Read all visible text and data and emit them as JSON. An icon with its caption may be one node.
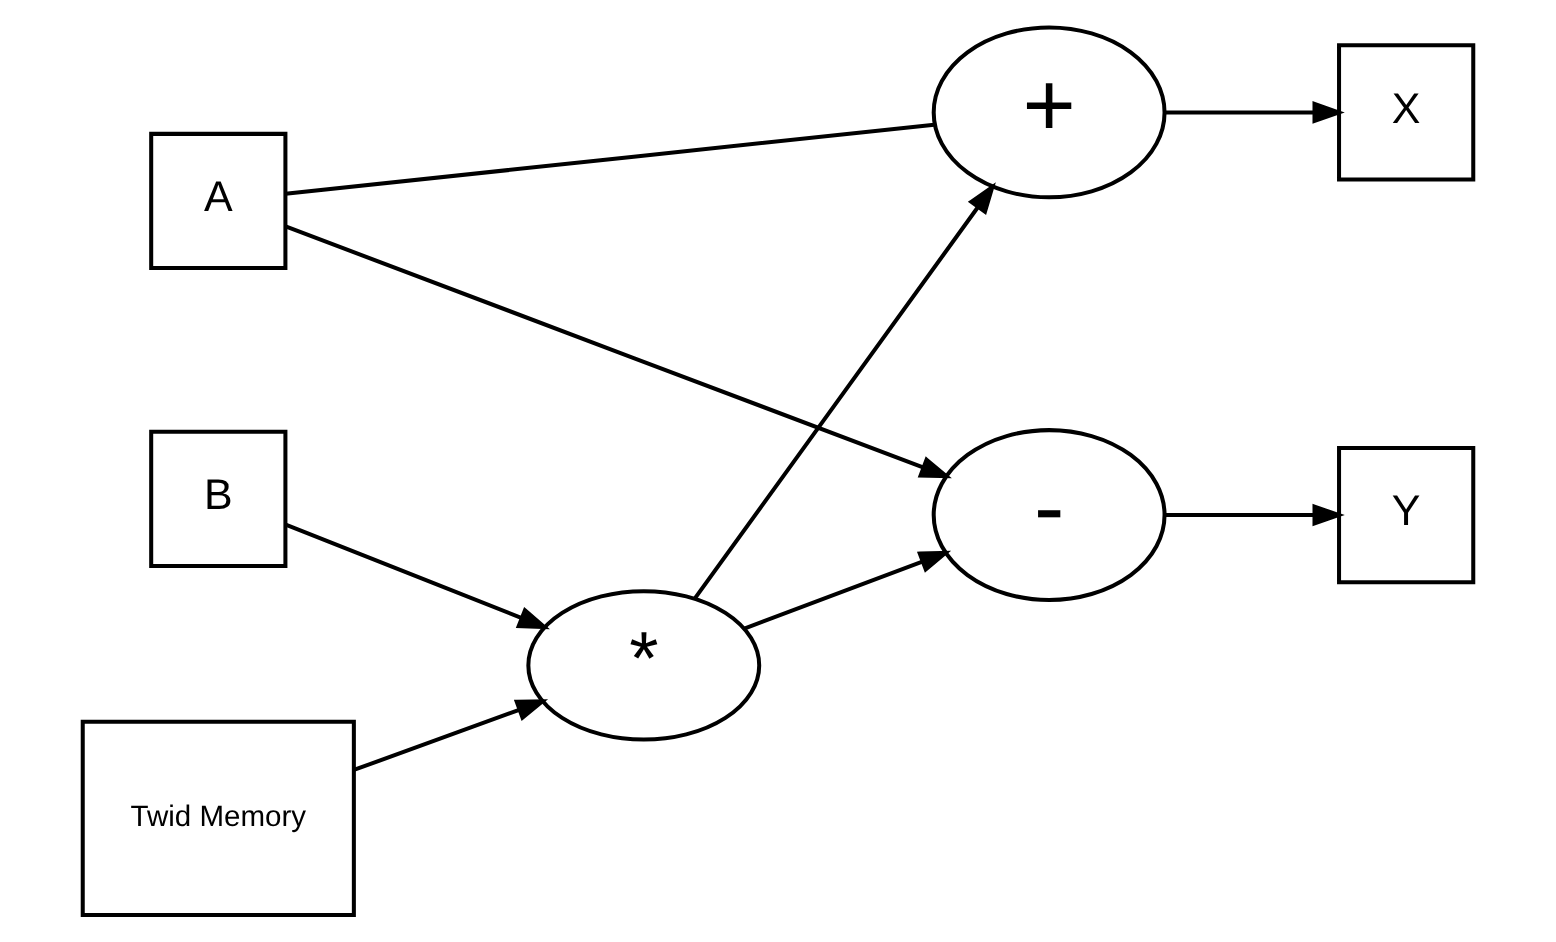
{
  "diagram": {
    "nodes": [
      {
        "text": [
          "A"
        ]
      },
      {
        "text": [
          "+"
        ]
      },
      {
        "text": [
          "X"
        ]
      },
      {
        "text": [
          "B"
        ]
      },
      {
        "text": [
          "*"
        ]
      },
      {
        "text": [
          "-"
        ]
      },
      {
        "text": [
          "Y"
        ]
      },
      {
        "text": [
          "Twid Memory"
        ]
      }
    ],
    "edges": [
      {
        "from": 0,
        "to": 1,
        "arrow": "none"
      },
      {
        "from": 0,
        "to": 5,
        "arrow": "to"
      },
      {
        "from": 1,
        "to": 2,
        "arrow": "to"
      },
      {
        "from": 3,
        "to": 4,
        "arrow": "to"
      },
      {
        "from": 4,
        "to": 1,
        "arrow": "to"
      },
      {
        "from": 4,
        "to": 5,
        "arrow": "to"
      },
      {
        "from": 5,
        "to": 6,
        "arrow": "to"
      },
      {
        "from": 7,
        "to": 4,
        "arrow": "to"
      }
    ]
  }
}
